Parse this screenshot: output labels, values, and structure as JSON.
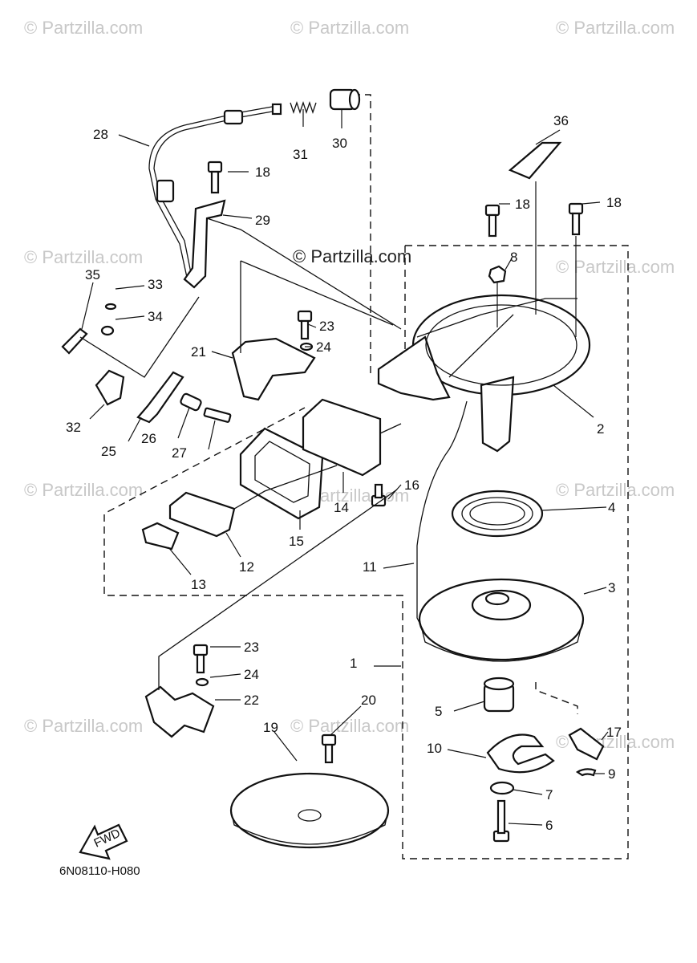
{
  "watermarks": {
    "small": "© Partzilla.com",
    "center": "© Partzilla.com"
  },
  "diagram_code": "6N08110-H080",
  "fwd_label": "FWD",
  "callouts": {
    "c1": "1",
    "c2": "2",
    "c3": "3",
    "c4": "4",
    "c5": "5",
    "c6": "6",
    "c7": "7",
    "c8": "8",
    "c9": "9",
    "c10": "10",
    "c11": "11",
    "c12": "12",
    "c13": "13",
    "c14": "14",
    "c15": "15",
    "c16": "16",
    "c17": "17",
    "c18": "18",
    "c19": "19",
    "c20": "20",
    "c21": "21",
    "c22": "22",
    "c23": "23",
    "c24": "24",
    "c25": "25",
    "c26": "26",
    "c27": "27",
    "c28": "28",
    "c29": "29",
    "c30": "30",
    "c31": "31",
    "c32": "32",
    "c33": "33",
    "c34": "34",
    "c35": "35",
    "c36": "36"
  }
}
